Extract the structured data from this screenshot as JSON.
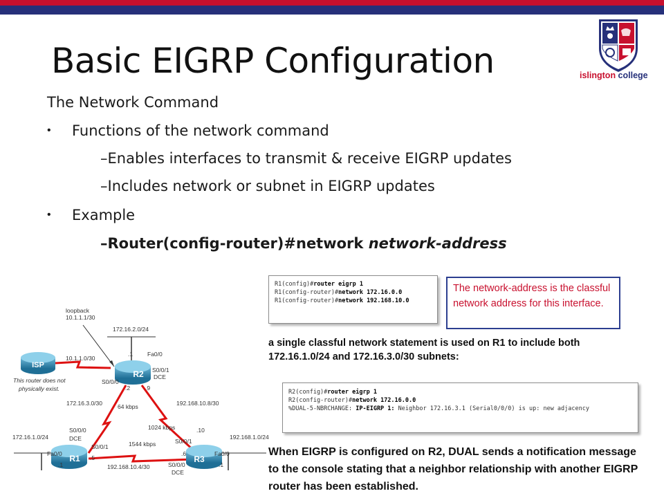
{
  "slide": {
    "title": "Basic EIGRP Configuration",
    "logo": {
      "prefix": "islington",
      "suffix": " college"
    },
    "lines": [
      "The Network Command",
      "Functions of the network command",
      "–Enables interfaces to transmit & receive EIGRP updates",
      "–Includes network or subnet in EIGRP updates",
      "Example"
    ],
    "command": {
      "prefix": "–Router(config-router)#network ",
      "argument": "network-address"
    },
    "note": "The network-address is the classful network address for this interface.",
    "caption1": "a single classful network statement is used on R1 to include both 172.16.1.0/24 and 172.16.3.0/30 subnets:",
    "caption2": "When EIGRP is configured on R2, DUAL sends a notification message to the console stating that a neighbor relationship with another EIGRP router has been established."
  },
  "cli_r1": [
    {
      "prompt": "R1(config)#",
      "cmd": "router eigrp 1"
    },
    {
      "prompt": "R1(config-router)#",
      "cmd": "network 172.16.0.0"
    },
    {
      "prompt": "R1(config-router)#",
      "cmd": "network 192.168.10.0"
    }
  ],
  "cli_r2": [
    {
      "prompt": "R2(config)#",
      "cmd": "router eigrp 1",
      "rest": ""
    },
    {
      "prompt": "R2(config-router)#",
      "cmd": "network 172.16.0.0",
      "rest": ""
    },
    {
      "prompt": "%DUAL-5-NBRCHANGE: ",
      "cmd": "IP-EIGRP 1:",
      "rest": " Neighbor 172.16.3.1 (Serial0/0/0) is up: new adjacency"
    }
  ],
  "diagram": {
    "isp": "ISP",
    "r1": "R1",
    "r2": "R2",
    "r3": "R3",
    "loopback": "loopback",
    "loopback_ip": "10.1.1.1/30",
    "isp_link": "10.1.1.0/30",
    "note1": "This router does not",
    "note2": "physically exist.",
    "lan_r2": "172.16.2.0/24",
    "lan_r1": "172.16.1.0/24",
    "lan_r3": "192.168.1.0/24",
    "r2_fa": "Fa0/0",
    "r2_s001": "S0/0/1",
    "r2_dce": "DCE",
    "r2_s000": "S0/0/0",
    "r2_h1": ".1",
    "r2_h2": ".2",
    "r2_h9": ".9",
    "r1r2_net": "172.16.3.0/30",
    "r1r2_bw": "64 kbps",
    "r2r3_net": "192.168.10.8/30",
    "r2r3_bw": "1024 kbps",
    "r1r3_bw": "1544 kbps",
    "r1r3_net": "192.168.10.4/30",
    "r1_s000": "S0/0/0",
    "r1_dce": "DCE",
    "r1_s001": "S0/0/1",
    "r1_fa": "Fa0/0",
    "r1_h1": ".1",
    "r1_h5": ".5",
    "r3_s001": "S0/0/1",
    "r3_s000": "S0/0/0",
    "r3_dce": "DCE",
    "r3_fa": "Fa0/0",
    "r3_h10": ".10",
    "r3_h6": ".6",
    "r3_h1": ".1"
  }
}
